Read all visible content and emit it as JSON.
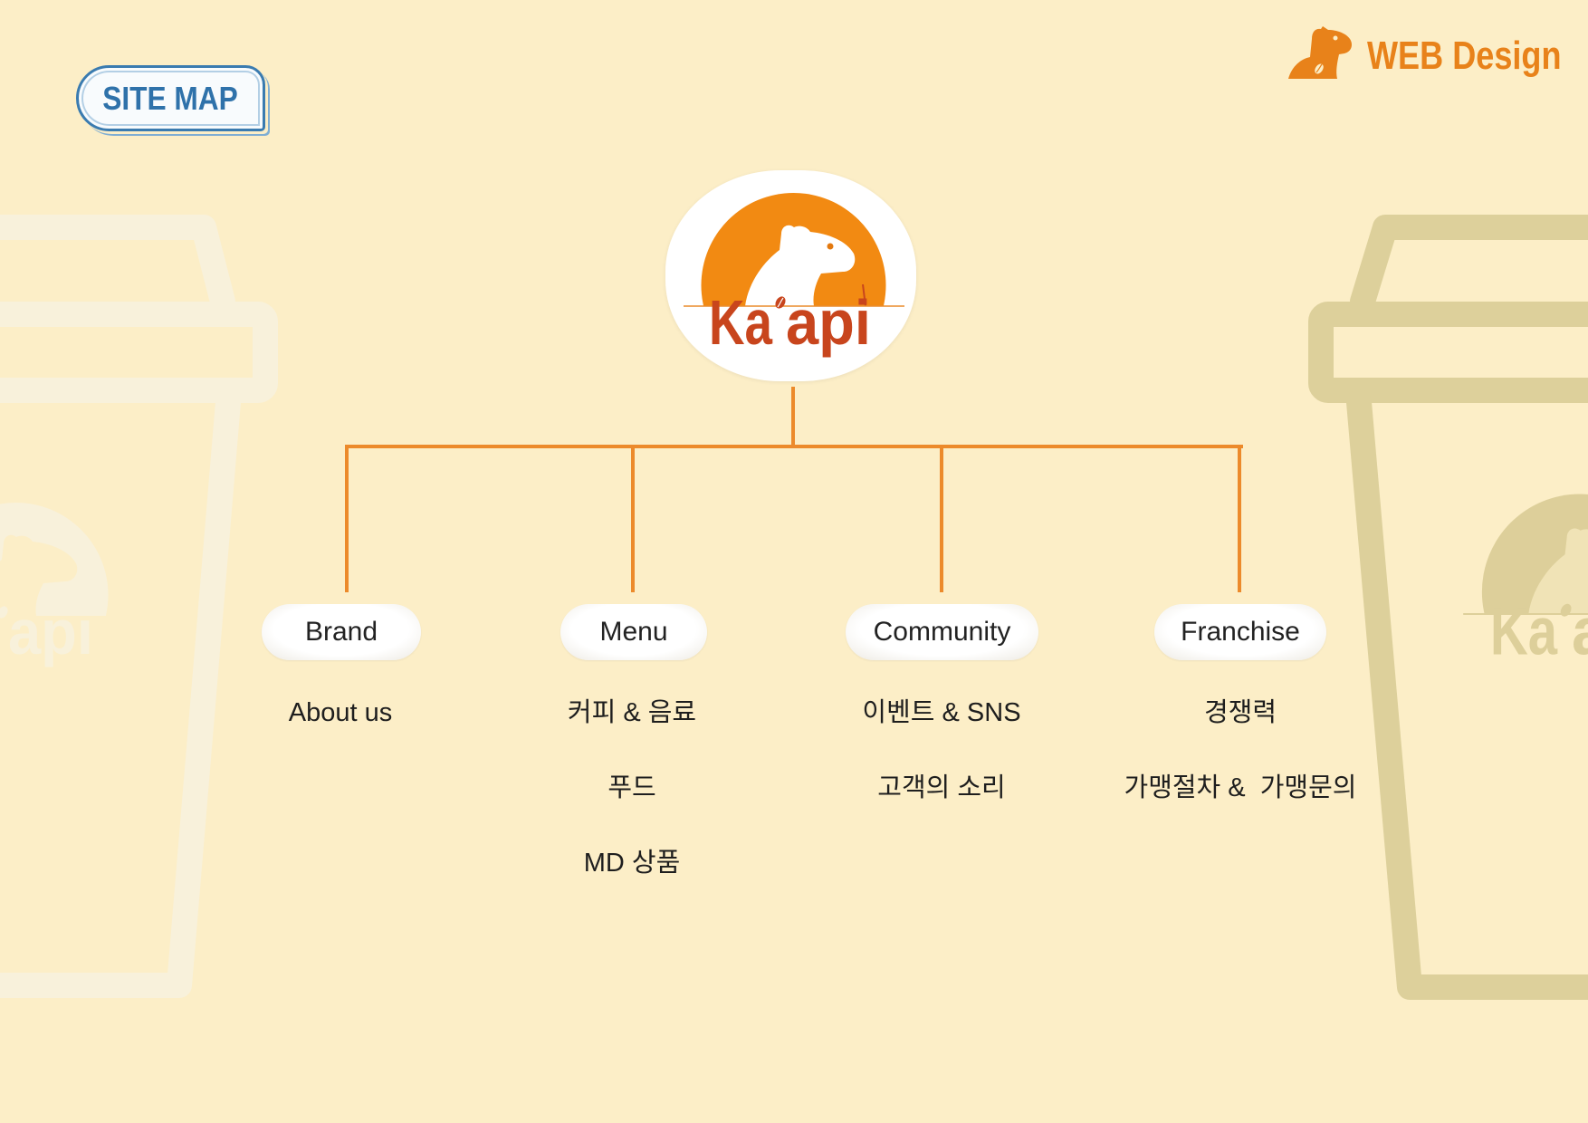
{
  "page": {
    "badge_label": "SITE MAP",
    "brand_label": "WEB Design"
  },
  "logo": {
    "text_left": "Ka",
    "text_right": "api"
  },
  "sitemap": {
    "sections": [
      {
        "label": "Brand",
        "items": [
          "About us"
        ]
      },
      {
        "label": "Menu",
        "items": [
          "커피 & 음료",
          "푸드",
          "MD 상품"
        ]
      },
      {
        "label": "Community",
        "items": [
          "이벤트 & SNS",
          "고객의 소리"
        ]
      },
      {
        "label": "Franchise",
        "items": [
          "경쟁력",
          "가맹절차 &  가맹문의"
        ]
      }
    ]
  },
  "icons": {
    "brand_mark": "capybara-icon",
    "logo_mark": "capybara-logo-icon",
    "logo_bean": "coffee-bean-icon",
    "background_art": "coffee-cup-outline"
  },
  "colors": {
    "background": "#FCEEC7",
    "connector": "#EC8A2B",
    "logo_orange": "#F28A12",
    "logo_text": "#C8451D",
    "brand_text": "#E8821A",
    "badge_blue": "#3A7BB0",
    "cup_light": "#F8F1DB",
    "cup_tan": "#DDD09B",
    "text": "#222222"
  }
}
